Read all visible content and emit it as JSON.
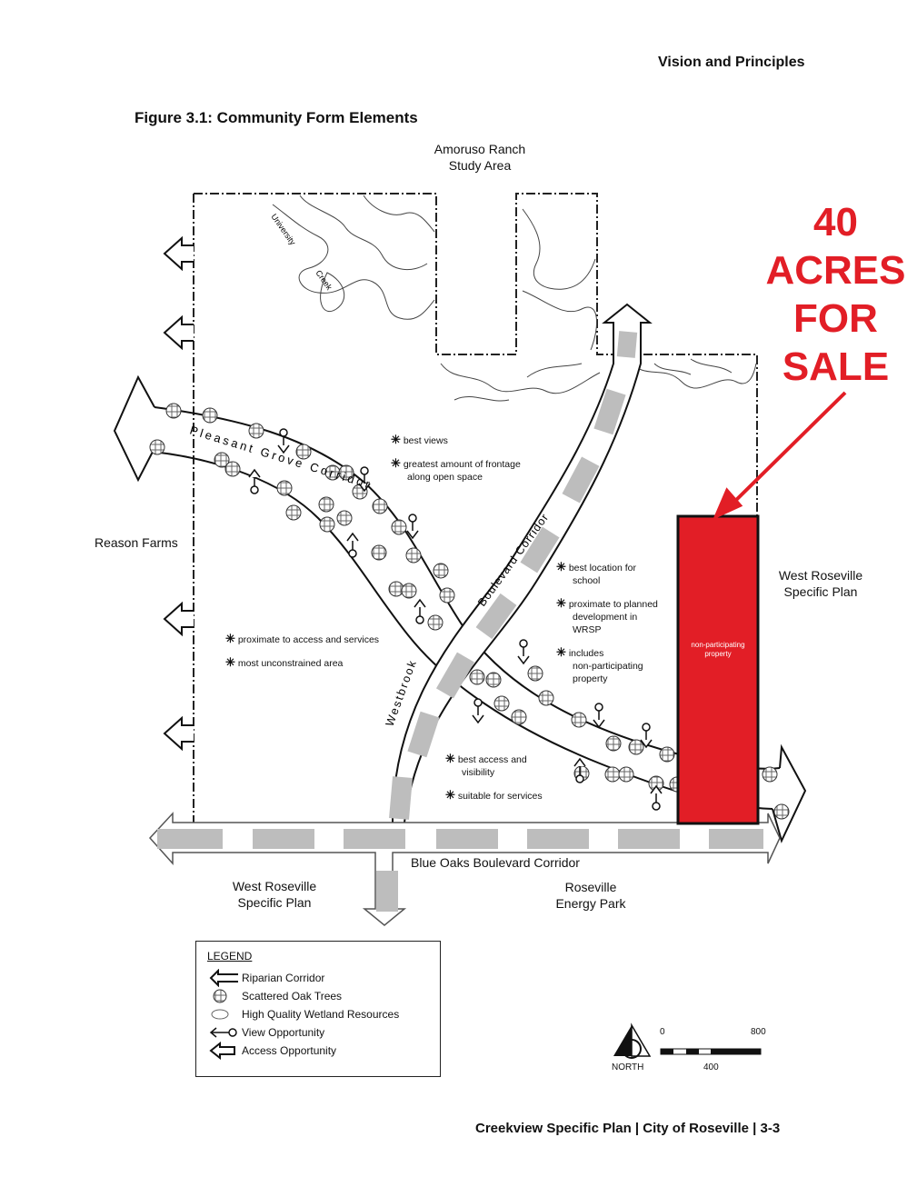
{
  "header": {
    "section": "Vision and Principles",
    "figure_title": "Figure 3.1:  Community Form Elements",
    "footer": "Creekview Specific Plan | City of Roseville | 3-3"
  },
  "map": {
    "labels": {
      "amoruso_1": "Amoruso Ranch",
      "amoruso_2": "Study Area",
      "reason_farms": "Reason Farms",
      "wrsp_east_1": "West Roseville",
      "wrsp_east_2": "Specific Plan",
      "wrsp_south_1": "West Roseville",
      "wrsp_south_2": "Specific Plan",
      "energy_1": "Roseville",
      "energy_2": "Energy Park",
      "blue_oaks": "Blue Oaks Boulevard Corridor",
      "university_creek_1": "University",
      "university_creek_2": "Creek",
      "pleasant_grove": "Pleasant Grove Corridor",
      "boulevard_corridor": "Boulevard Corridor",
      "westbrook": "Westbrook",
      "parcel": "non-participating property"
    },
    "notes": {
      "n1": "best views",
      "n2a": "greatest amount of frontage",
      "n2b": "along open space",
      "n3a": "best location for",
      "n3b": "school",
      "n4a": "proximate to planned",
      "n4b": "development in",
      "n4c": "WRSP",
      "n5a": "includes",
      "n5b": "non-participating",
      "n5c": "property",
      "n6": "proximate to access and services",
      "n7": "most unconstrained area",
      "n8a": "best access and",
      "n8b": "visibility",
      "n9": "suitable for services"
    },
    "star": "✳"
  },
  "annotation": {
    "line1": "40",
    "line2": "ACRES",
    "line3": "FOR",
    "line4": "SALE",
    "color": "#e21e26"
  },
  "legend": {
    "title": "LEGEND",
    "items": [
      {
        "label": "Riparian Corridor",
        "icon": "riparian-corridor-icon"
      },
      {
        "label": "Scattered Oak Trees",
        "icon": "oak-tree-icon"
      },
      {
        "label": "High Quality Wetland Resources",
        "icon": "wetland-icon"
      },
      {
        "label": "View Opportunity",
        "icon": "view-opportunity-icon"
      },
      {
        "label": "Access Opportunity",
        "icon": "access-arrow-icon"
      }
    ]
  },
  "scale": {
    "north": "NORTH",
    "t0": "0",
    "t400": "400",
    "t800": "800"
  }
}
